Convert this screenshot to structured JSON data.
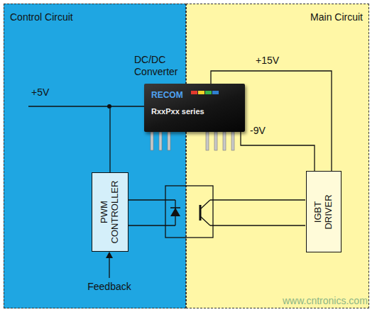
{
  "diagram": {
    "nodes": [
      {
        "text": [
          "Control Circuit"
        ]
      },
      {
        "text": [
          "Main Circuit"
        ]
      },
      {
        "text": [
          "PWM CONTROLLER"
        ],
        "in": 0
      },
      {
        "text": [
          "IGBT DRIVER"
        ],
        "in": 1
      },
      {
        "text": [
          "DC/DC Converter",
          "RECOM",
          "RxxPxx series"
        ]
      }
    ],
    "edges": [
      {
        "from": 4,
        "to": 3,
        "label": "+15V",
        "arrow": "none"
      },
      {
        "from": 4,
        "to": 3,
        "label": "-9V",
        "arrow": "none"
      },
      {
        "from": 2,
        "to": 4,
        "arrow": "none"
      }
    ],
    "labels": [
      "+5V",
      "Feedback",
      "www.cntronics.com"
    ]
  }
}
